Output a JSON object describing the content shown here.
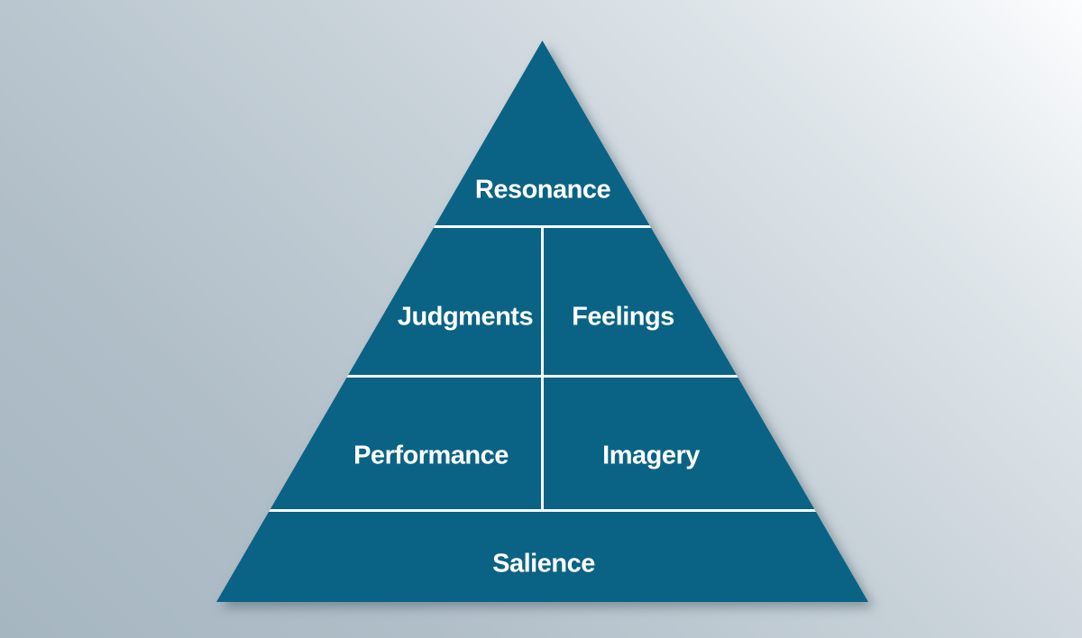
{
  "diagram": {
    "type": "pyramid",
    "levels": [
      {
        "tier": 1,
        "cells": [
          "Resonance"
        ]
      },
      {
        "tier": 2,
        "cells": [
          "Judgments",
          "Feelings"
        ]
      },
      {
        "tier": 3,
        "cells": [
          "Performance",
          "Imagery"
        ]
      },
      {
        "tier": 4,
        "cells": [
          "Salience"
        ]
      }
    ]
  },
  "colors": {
    "pyramid_fill": "#0a6384",
    "divider": "#f7fbfb",
    "label_text": "#ffffff",
    "background_light": "#fcfdfe",
    "background_dark": "#a6b6c1",
    "shadow": "rgba(70,90,101,0.5)"
  }
}
